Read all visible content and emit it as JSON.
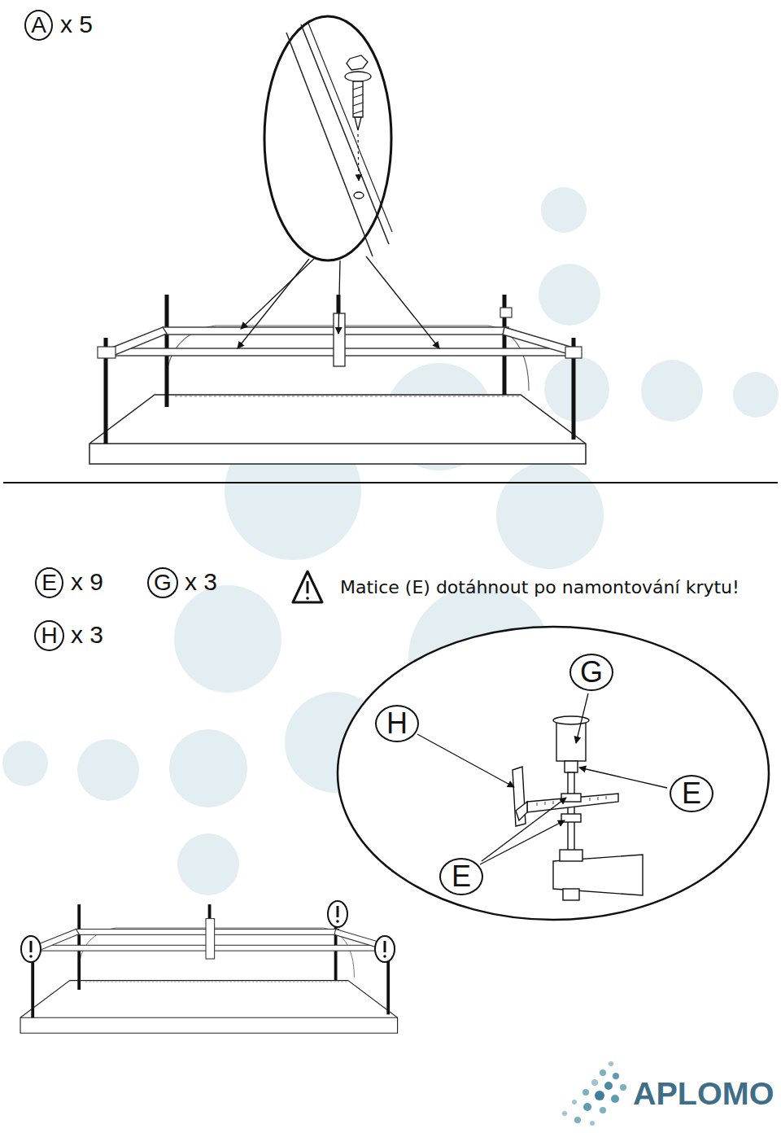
{
  "diagram": {
    "nodes": [
      {
        "text": [
          "A"
        ]
      },
      {
        "text": [
          "E"
        ]
      },
      {
        "text": [
          "G"
        ]
      },
      {
        "text": [
          "H"
        ]
      },
      {
        "text": [
          "H"
        ]
      },
      {
        "text": [
          "G"
        ]
      },
      {
        "text": [
          "E"
        ]
      },
      {
        "text": [
          "E"
        ]
      }
    ],
    "labels": [
      "x 5",
      "x 9",
      "x 3",
      "x 3",
      "Matice (E) dotáhnout po namontování krytu!",
      "APLOMO"
    ]
  }
}
